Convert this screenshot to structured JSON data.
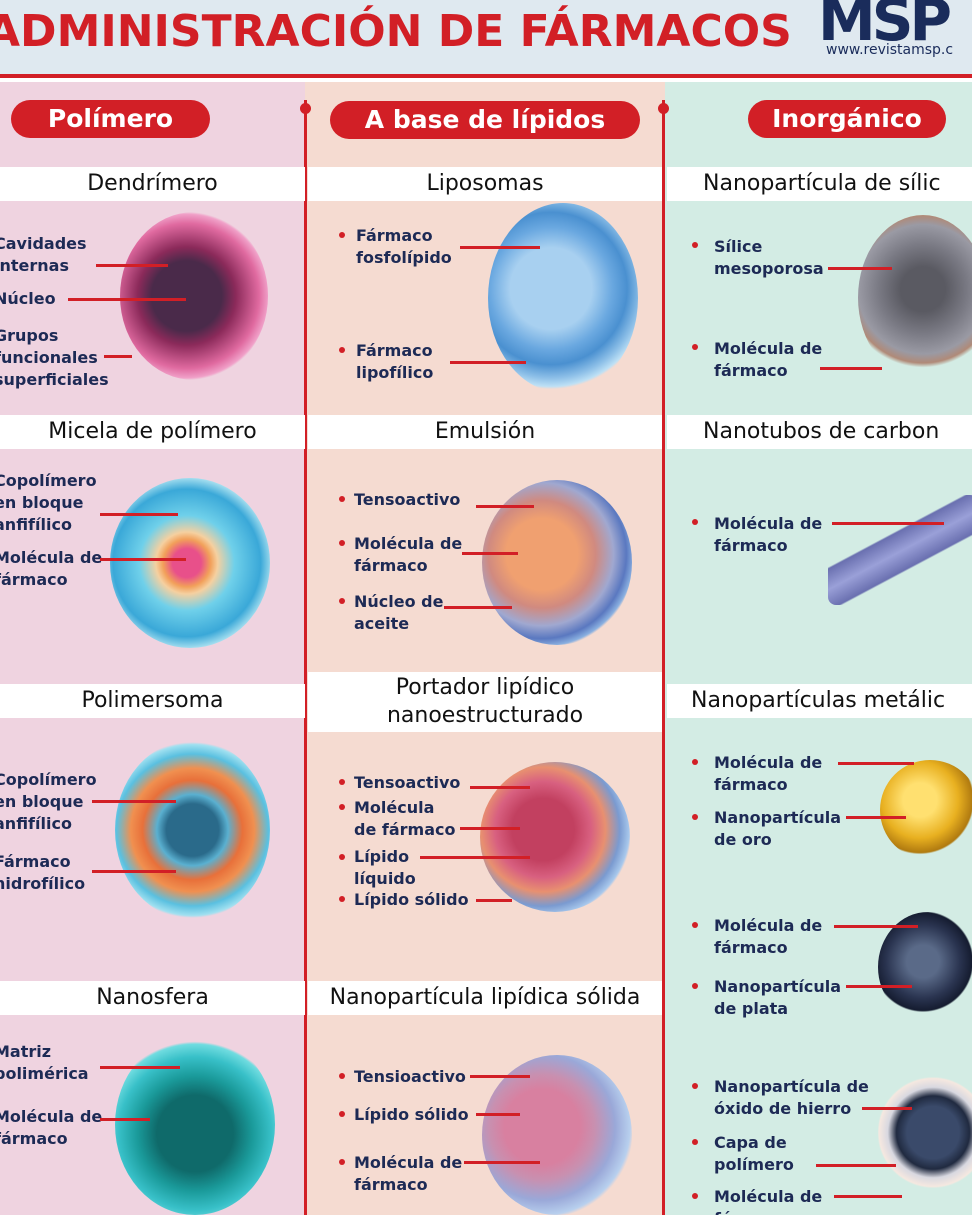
{
  "header": {
    "title": "ADMINISTRACIÓN DE FÁRMACOS",
    "logo": "MSP",
    "url": "www.revistamsp.c"
  },
  "columns": {
    "polymer": {
      "heading": "Polímero",
      "sections": [
        {
          "title": "Dendrímero",
          "labels": [
            "Cavidades internas",
            "Núcleo",
            "Grupos funcionales superficiales"
          ]
        },
        {
          "title": "Micela de polímero",
          "labels": [
            "Copolímero en bloque anfifílico",
            "Molécula de fármaco"
          ]
        },
        {
          "title": "Polimersoma",
          "labels": [
            "Copolímero en bloque anfifílico",
            "Fármaco hidrofílico"
          ]
        },
        {
          "title": "Nanosfera",
          "labels": [
            "Matriz polimérica",
            "Molécula de fármaco"
          ]
        }
      ]
    },
    "lipid": {
      "heading": "A base de lípidos",
      "sections": [
        {
          "title": "Liposomas",
          "labels": [
            "Fármaco fosfolípido",
            "Fármaco lipofílico"
          ]
        },
        {
          "title": "Emulsión",
          "labels": [
            "Tensoactivo",
            "Molécula de fármaco",
            "Núcleo de aceite"
          ]
        },
        {
          "title": "Portador lipídico nanoestructurado",
          "labels": [
            "Tensoactivo",
            "Molécula de fármaco",
            "Lípido líquido",
            "Lípido sólido"
          ]
        },
        {
          "title": "Nanopartícula lipídica sólida",
          "labels": [
            "Tensioactivo",
            "Lípido sólido",
            "Molécula de fármaco"
          ]
        }
      ]
    },
    "inorganic": {
      "heading": "Inorgánico",
      "sections": [
        {
          "title": "Nanopartícula de sílic",
          "labels": [
            "Sílice mesoporosa",
            "Molécula de fármaco"
          ]
        },
        {
          "title": "Nanotubos de carbon",
          "labels": [
            "Molécula de fármaco"
          ]
        },
        {
          "title": "Nanopartículas metálic",
          "labels": [
            "Molécula de fármaco",
            "Nanopartícula de oro",
            "Molécula de fármaco",
            "Nanopartícula de plata",
            "Nanopartícula de óxido de hierro",
            "Capa de polímero",
            "Molécula de fármaco"
          ]
        }
      ]
    }
  },
  "colors": {
    "accent": "#d21f26",
    "navy": "#1d2a55",
    "polymer_bg": "#efd3e0",
    "lipid_bg": "#f5dbd1",
    "inorganic_bg": "#d3ece4"
  }
}
